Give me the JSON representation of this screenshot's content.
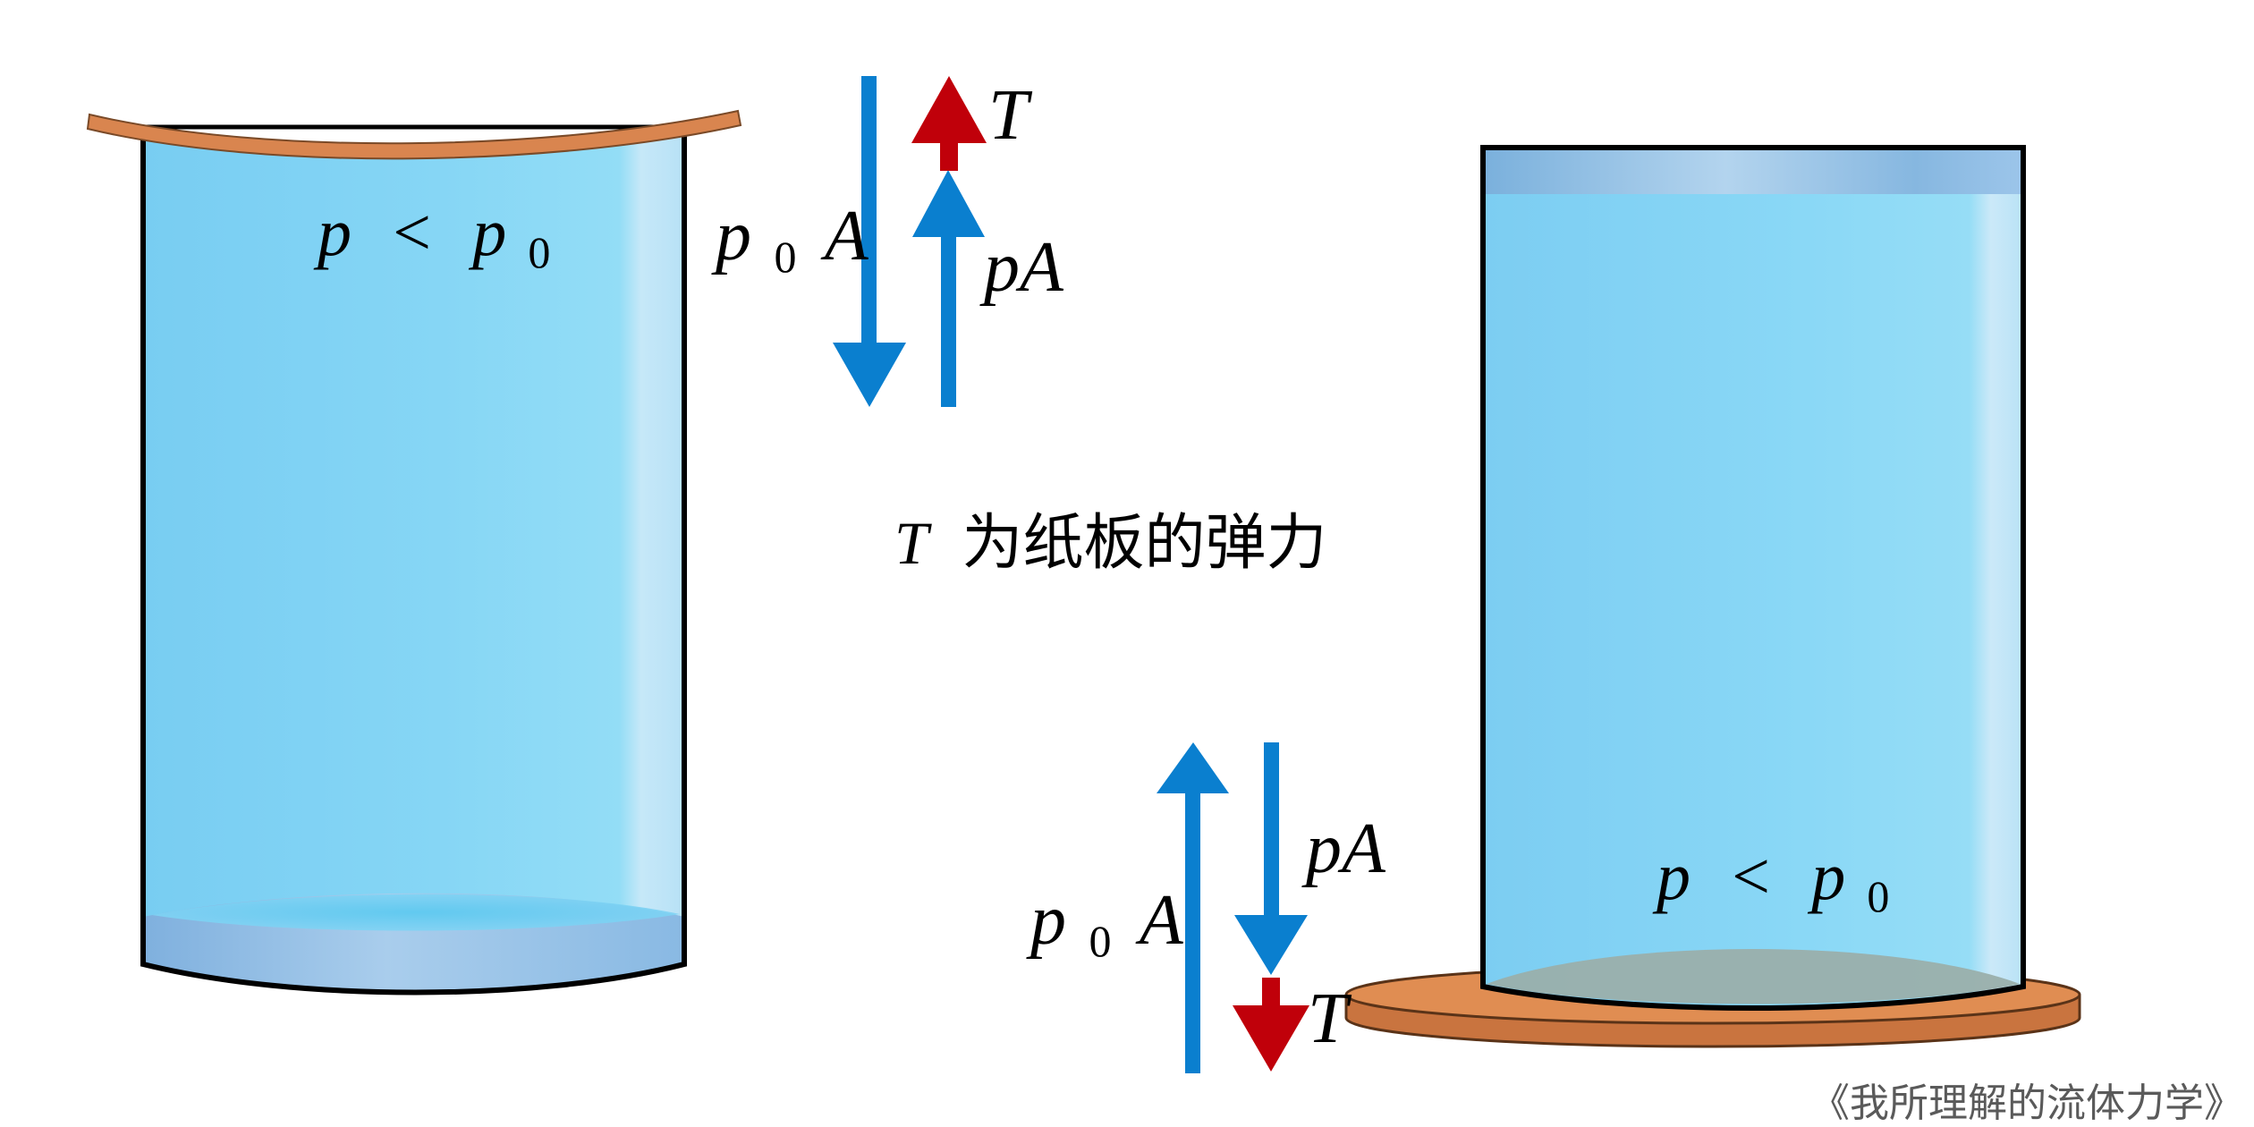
{
  "left_cup": {
    "pressure_label": {
      "p": "p",
      "op": "<",
      "p0": "p",
      "sub": "0"
    }
  },
  "left_forces": {
    "down_label": {
      "p": "p",
      "sub": "0",
      "A": "A"
    },
    "up_label": "pA",
    "tension_label": "T"
  },
  "caption": {
    "symbol": "T",
    "text": "为纸板的弹力"
  },
  "right_cup": {
    "pressure_label": {
      "p": "p",
      "op": "<",
      "p0": "p",
      "sub": "0"
    }
  },
  "right_forces": {
    "up_label": {
      "p": "p",
      "sub": "0",
      "A": "A"
    },
    "down_label": "pA",
    "tension_label": "T"
  },
  "watermark": "《我所理解的流体力学》",
  "colors": {
    "water": "#7fd0f3",
    "blue_arrow": "#0a7fcf",
    "red_arrow": "#c0000a",
    "cardboard": "#d9854f",
    "outline": "#000000"
  }
}
